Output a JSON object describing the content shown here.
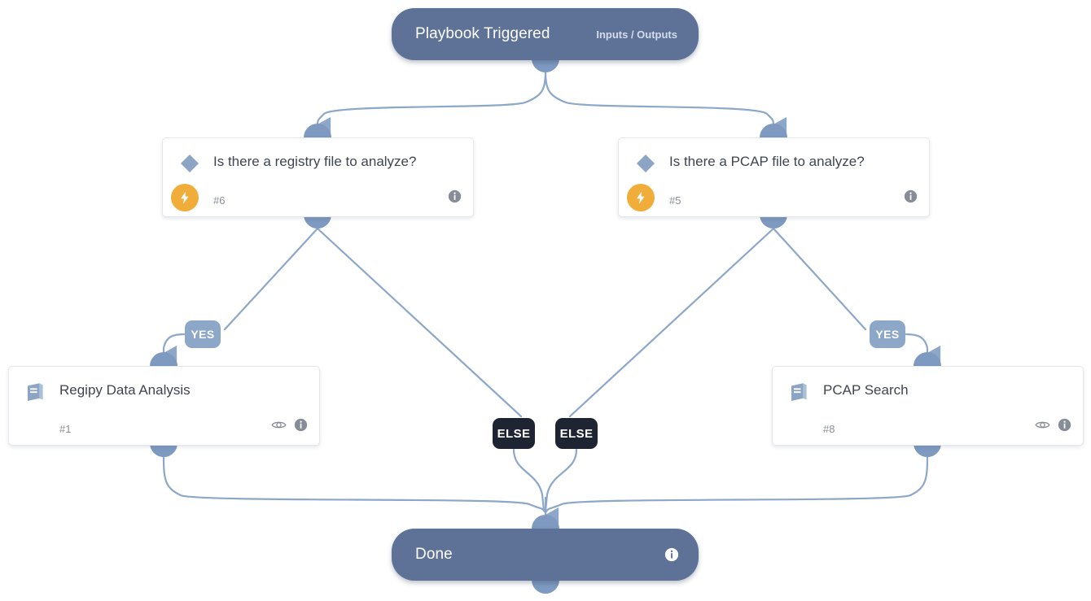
{
  "diagram": {
    "type": "playbook-workflow",
    "colors": {
      "terminal_node": "#5e7197",
      "edge": "#8ca7c8",
      "port": "#7e9ac0",
      "yes_label": "#8ca7c8",
      "else_label": "#1e2432",
      "trigger_badge": "#f0ad39",
      "decision_icon": "#8ca5c4",
      "card_background": "#ffffff"
    },
    "start": {
      "title": "Playbook Triggered",
      "io_label": "Inputs / Outputs",
      "icon": "none"
    },
    "decisions": [
      {
        "title": "Is there a registry file to analyze?",
        "number": "#6",
        "icon": "diamond-icon",
        "badge_icon": "lightning-bolt-icon",
        "info_icon": "info-icon",
        "branches": [
          "YES",
          "ELSE"
        ]
      },
      {
        "title": "Is there a PCAP file to analyze?",
        "number": "#5",
        "icon": "diamond-icon",
        "badge_icon": "lightning-bolt-icon",
        "info_icon": "info-icon",
        "branches": [
          "YES",
          "ELSE"
        ]
      }
    ],
    "actions": [
      {
        "title": "Regipy Data Analysis",
        "number": "#1",
        "icon": "playbook-book-icon",
        "eye_icon": "eye-icon",
        "info_icon": "info-icon"
      },
      {
        "title": "PCAP Search",
        "number": "#8",
        "icon": "playbook-book-icon",
        "eye_icon": "eye-icon",
        "info_icon": "info-icon"
      }
    ],
    "branch_labels": {
      "yes_left": "YES",
      "yes_right": "YES",
      "else_left": "ELSE",
      "else_right": "ELSE"
    },
    "end": {
      "title": "Done",
      "info_icon": "info-icon"
    }
  }
}
